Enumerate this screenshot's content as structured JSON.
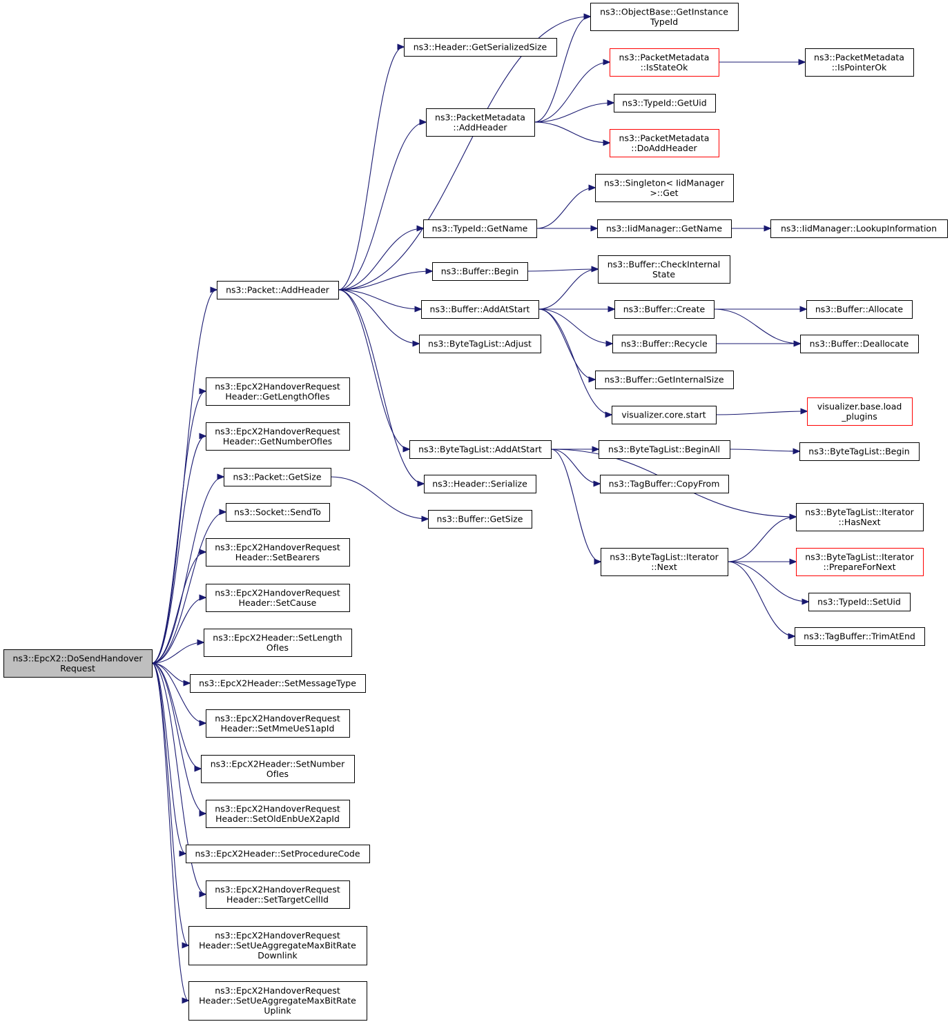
{
  "colors": {
    "edge": "#191970",
    "node_border": "#000000",
    "node_border_undocumented": "#ff0000",
    "root_fill": "#bfbfbf"
  },
  "nodes": {
    "root": {
      "lines": [
        "ns3::EpcX2::DoSendHandover",
        "Request"
      ]
    },
    "packet_addheader": {
      "lines": [
        "ns3::Packet::AddHeader"
      ]
    },
    "get_length_of_ies": {
      "lines": [
        "ns3::EpcX2HandoverRequest",
        "Header::GetLengthOfIes"
      ]
    },
    "get_number_of_ies": {
      "lines": [
        "ns3::EpcX2HandoverRequest",
        "Header::GetNumberOfIes"
      ]
    },
    "packet_getsize": {
      "lines": [
        "ns3::Packet::GetSize"
      ]
    },
    "socket_sendto": {
      "lines": [
        "ns3::Socket::SendTo"
      ]
    },
    "set_bearers": {
      "lines": [
        "ns3::EpcX2HandoverRequest",
        "Header::SetBearers"
      ]
    },
    "set_cause": {
      "lines": [
        "ns3::EpcX2HandoverRequest",
        "Header::SetCause"
      ]
    },
    "set_length_of_ies": {
      "lines": [
        "ns3::EpcX2Header::SetLength",
        "OfIes"
      ]
    },
    "set_message_type": {
      "lines": [
        "ns3::EpcX2Header::SetMessageType"
      ]
    },
    "set_mme_ue_s1ap_id": {
      "lines": [
        "ns3::EpcX2HandoverRequest",
        "Header::SetMmeUeS1apId"
      ]
    },
    "set_number_of_ies": {
      "lines": [
        "ns3::EpcX2Header::SetNumber",
        "OfIes"
      ]
    },
    "set_old_enb_ue_x2ap_id": {
      "lines": [
        "ns3::EpcX2HandoverRequest",
        "Header::SetOldEnbUeX2apId"
      ]
    },
    "set_procedure_code": {
      "lines": [
        "ns3::EpcX2Header::SetProcedureCode"
      ]
    },
    "set_target_cell_id": {
      "lines": [
        "ns3::EpcX2HandoverRequest",
        "Header::SetTargetCellId"
      ]
    },
    "set_ue_agg_downlink": {
      "lines": [
        "ns3::EpcX2HandoverRequest",
        "Header::SetUeAggregateMaxBitRate",
        "Downlink"
      ]
    },
    "set_ue_agg_uplink": {
      "lines": [
        "ns3::EpcX2HandoverRequest",
        "Header::SetUeAggregateMaxBitRate",
        "Uplink"
      ]
    },
    "header_get_serialized_size": {
      "lines": [
        "ns3::Header::GetSerializedSize"
      ]
    },
    "packet_metadata_add_header": {
      "lines": [
        "ns3::PacketMetadata",
        "::AddHeader"
      ]
    },
    "typeid_getname": {
      "lines": [
        "ns3::TypeId::GetName"
      ]
    },
    "buffer_begin": {
      "lines": [
        "ns3::Buffer::Begin"
      ]
    },
    "buffer_add_at_start": {
      "lines": [
        "ns3::Buffer::AddAtStart"
      ]
    },
    "bytetaglist_adjust": {
      "lines": [
        "ns3::ByteTagList::Adjust"
      ]
    },
    "bytetaglist_add_at_start": {
      "lines": [
        "ns3::ByteTagList::AddAtStart"
      ]
    },
    "header_serialize": {
      "lines": [
        "ns3::Header::Serialize"
      ]
    },
    "buffer_getsize": {
      "lines": [
        "ns3::Buffer::GetSize"
      ]
    },
    "objectbase_get_instance_typeid": {
      "lines": [
        "ns3::ObjectBase::GetInstance",
        "TypeId"
      ]
    },
    "packet_metadata_is_state_ok": {
      "lines": [
        "ns3::PacketMetadata",
        "::IsStateOk"
      ]
    },
    "typeid_getuid": {
      "lines": [
        "ns3::TypeId::GetUid"
      ]
    },
    "packet_metadata_do_add_header": {
      "lines": [
        "ns3::PacketMetadata",
        "::DoAddHeader"
      ]
    },
    "singleton_get": {
      "lines": [
        "ns3::Singleton< IidManager",
        ">::Get"
      ]
    },
    "iidmanager_getname": {
      "lines": [
        "ns3::IidManager::GetName"
      ]
    },
    "buffer_check_internal_state": {
      "lines": [
        "ns3::Buffer::CheckInternal",
        "State"
      ]
    },
    "buffer_create": {
      "lines": [
        "ns3::Buffer::Create"
      ]
    },
    "buffer_recycle": {
      "lines": [
        "ns3::Buffer::Recycle"
      ]
    },
    "buffer_get_internal_size": {
      "lines": [
        "ns3::Buffer::GetInternalSize"
      ]
    },
    "visualizer_core_start": {
      "lines": [
        "visualizer.core.start"
      ]
    },
    "bytetaglist_begin_all": {
      "lines": [
        "ns3::ByteTagList::BeginAll"
      ]
    },
    "tagbuffer_copyfrom": {
      "lines": [
        "ns3::TagBuffer::CopyFrom"
      ]
    },
    "bytetaglist_iterator_next": {
      "lines": [
        "ns3::ByteTagList::Iterator",
        "::Next"
      ]
    },
    "packet_metadata_is_pointer_ok": {
      "lines": [
        "ns3::PacketMetadata",
        "::IsPointerOk"
      ]
    },
    "iidmanager_lookup_information": {
      "lines": [
        "ns3::IidManager::LookupInformation"
      ]
    },
    "buffer_allocate": {
      "lines": [
        "ns3::Buffer::Allocate"
      ]
    },
    "buffer_deallocate": {
      "lines": [
        "ns3::Buffer::Deallocate"
      ]
    },
    "visualizer_base_load_plugins": {
      "lines": [
        "visualizer.base.load",
        "_plugins"
      ]
    },
    "bytetaglist_begin": {
      "lines": [
        "ns3::ByteTagList::Begin"
      ]
    },
    "bytetaglist_iterator_hasnext": {
      "lines": [
        "ns3::ByteTagList::Iterator",
        "::HasNext"
      ]
    },
    "bytetaglist_iterator_prepare_for_next": {
      "lines": [
        "ns3::ByteTagList::Iterator",
        "::PrepareForNext"
      ]
    },
    "typeid_setuid": {
      "lines": [
        "ns3::TypeId::SetUid"
      ]
    },
    "tagbuffer_trim_at_end": {
      "lines": [
        "ns3::TagBuffer::TrimAtEnd"
      ]
    }
  }
}
